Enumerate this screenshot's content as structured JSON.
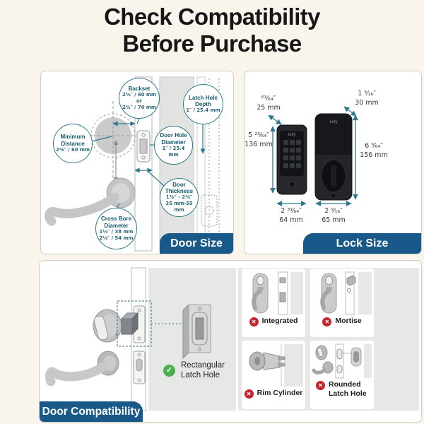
{
  "title": {
    "line1": "Check Compatibility",
    "line2": "Before Purchase"
  },
  "colors": {
    "background": "#FAF5EC",
    "accent_teal": "#2C7A8C",
    "banner_blue": "#19598A",
    "incompatible_red": "#C3242C",
    "compatible_green": "#4BAE4F"
  },
  "door_size_panel": {
    "banner_label": "Door Size",
    "callouts": [
      {
        "title": "Backset",
        "values": [
          "2⅜″ / 60 mm or",
          "2¾″ / 70 mm"
        ]
      },
      {
        "title": "Minimum Distance",
        "values": [
          "2⅜″ / 60 mm"
        ]
      },
      {
        "title": "Latch Hole Depth",
        "values": [
          "1″ / 25.4 mm"
        ]
      },
      {
        "title": "Door Hole Diameter",
        "values": [
          "1″ / 25.4 mm"
        ]
      },
      {
        "title": "Door Thickness",
        "values": [
          "1⅜″ - 2⅛″",
          "35 mm-55 mm"
        ]
      },
      {
        "title": "Cross Bore Diameter",
        "values": [
          "1½″ / 38 mm",
          "2⅛″ / 54 mm"
        ]
      }
    ]
  },
  "lock_size_panel": {
    "banner_label": "Lock Size",
    "brand": "eufy",
    "keypad_unit": {
      "depth": {
        "inches": "⁶³⁄₆₄″",
        "mm": "25 mm"
      },
      "height": {
        "inches": "5 ²³⁄₆₄″",
        "mm": "136 mm"
      },
      "width": {
        "inches": "2 ³³⁄₆₄″",
        "mm": "64 mm"
      }
    },
    "interior_unit": {
      "depth": {
        "inches": "1 ³⁄₁₆″",
        "mm": "30 mm"
      },
      "height": {
        "inches": "6 ⁹⁄₆₄″",
        "mm": "156 mm"
      },
      "width": {
        "inches": "2 ⁹⁄₁₆″",
        "mm": "65 mm"
      }
    }
  },
  "door_compatibility_panel": {
    "banner_label": "Door Compatibility",
    "compatible_item": {
      "icon": "check-icon",
      "label_line1": "Rectangular",
      "label_line2": "Latch Hole"
    },
    "incompatible_items": [
      {
        "icon": "x-icon",
        "label": "Integrated"
      },
      {
        "icon": "x-icon",
        "label": "Mortise"
      },
      {
        "icon": "x-icon",
        "label": "Rim Cylinder"
      },
      {
        "icon": "x-icon",
        "label": "Rounded Latch Hole"
      }
    ]
  }
}
